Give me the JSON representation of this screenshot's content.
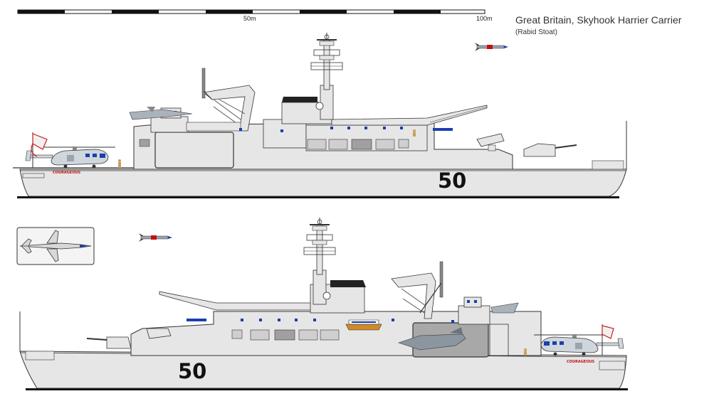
{
  "title": "Great Britain, Skyhook Harrier Carrier",
  "subtitle": "(Rabid Stoat)",
  "scale": {
    "mid_label": "50m",
    "end_label": "100m"
  },
  "ships": [
    {
      "view": "starboard",
      "hull_number": "50",
      "name_plate": "COURAGEOUS"
    },
    {
      "view": "port",
      "hull_number": "50",
      "name_plate": "COURAGEOUS"
    }
  ],
  "colors": {
    "hull": "#e6e6e6",
    "outline": "#333333",
    "waterline": "#111111",
    "window": "#1a3fae",
    "flag_red": "#d01a1a",
    "deck": "#d6d6d6"
  }
}
